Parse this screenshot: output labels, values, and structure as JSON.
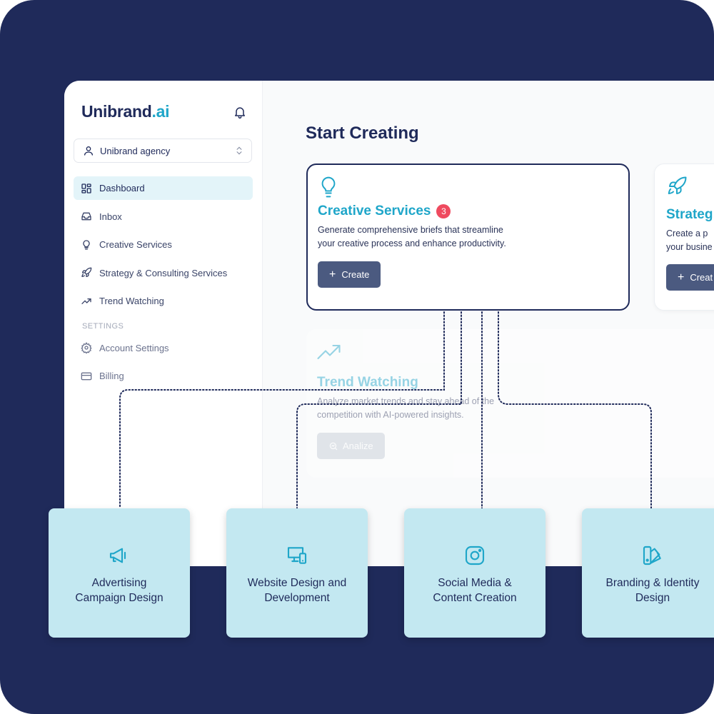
{
  "app": {
    "logo_main": "Unibrand",
    "logo_accent": ".ai",
    "account": "Unibrand agency"
  },
  "sidebar": {
    "items": [
      {
        "label": "Dashboard",
        "icon": "dashboard-icon",
        "active": true
      },
      {
        "label": "Inbox",
        "icon": "inbox-icon"
      },
      {
        "label": "Creative Services",
        "icon": "lightbulb-icon"
      },
      {
        "label": "Strategy & Consulting Services",
        "icon": "rocket-icon"
      },
      {
        "label": "Trend Watching",
        "icon": "trend-icon"
      }
    ],
    "section_label": "SETTINGS",
    "settings_items": [
      {
        "label": "Account Settings",
        "icon": "gear-icon"
      },
      {
        "label": "Billing",
        "icon": "card-icon"
      }
    ]
  },
  "main": {
    "title": "Start Creating",
    "cards": {
      "creative": {
        "title": "Creative Services",
        "badge": "3",
        "desc_line1": "Generate comprehensive briefs that streamline",
        "desc_line2": "your creative process and enhance productivity.",
        "button": "Create"
      },
      "strategy": {
        "title": "Strateg",
        "desc_line1": "Create a p",
        "desc_line2": "your busine",
        "button": "Creat"
      },
      "trend": {
        "title": "Trend Watching",
        "desc_line1": "Analyze market trends and stay ahead of the",
        "desc_line2": "competition with AI-powered insights.",
        "button": "Analize"
      }
    }
  },
  "services": [
    {
      "line1": "Advertising",
      "line2": "Campaign Design",
      "icon": "megaphone-icon"
    },
    {
      "line1": "Website Design and",
      "line2": "Development",
      "icon": "devices-icon"
    },
    {
      "line1": "Social Media &",
      "line2": "Content Creation",
      "icon": "instagram-icon"
    },
    {
      "line1": "Branding & Identity",
      "line2": "Design",
      "icon": "palette-icon"
    }
  ],
  "colors": {
    "navy": "#1f2a5a",
    "accent": "#1fa6c9",
    "badge": "#ef4a5f",
    "tile": "#c3e8f1",
    "button": "#4b5a80"
  }
}
